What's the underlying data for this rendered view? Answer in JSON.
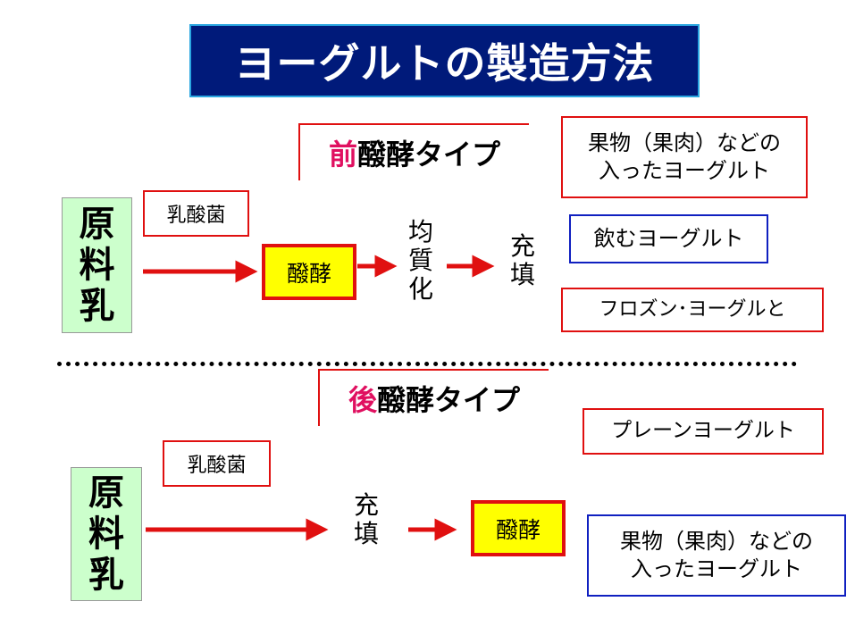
{
  "title": "ヨーグルトの製造方法",
  "pre": {
    "type_accent": "前",
    "type_rest": "醱酵タイプ",
    "milk": [
      "原",
      "料",
      "乳"
    ],
    "bacteria": "乳酸菌",
    "ferment": "醱酵",
    "homogenize": [
      "均",
      "質",
      "化"
    ],
    "fill": [
      "充",
      "填"
    ],
    "products": {
      "fruit_line1": "果物（果肉）などの",
      "fruit_line2": "入ったヨーグルト",
      "drink": "飲むヨーグルト",
      "frozen": "フロズン･ヨーグルと"
    }
  },
  "post": {
    "type_accent": "後",
    "type_rest": "醱酵タイプ",
    "milk": [
      "原",
      "料",
      "乳"
    ],
    "bacteria": "乳酸菌",
    "fill": [
      "充",
      "填"
    ],
    "ferment": "醱酵",
    "products": {
      "plain": "プレーンヨーグルト",
      "fruit_line1": "果物（果肉）などの",
      "fruit_line2": "入ったヨーグルト"
    }
  },
  "colors": {
    "title_bg": "#001a7a",
    "title_border": "#2aa6e0",
    "arrow": "#e01010",
    "accent_text": "#e01060",
    "milk_bg": "#ccffcc",
    "ferment_bg": "#ffff00",
    "box_red": "#e01010",
    "box_blue": "#1020c0"
  }
}
